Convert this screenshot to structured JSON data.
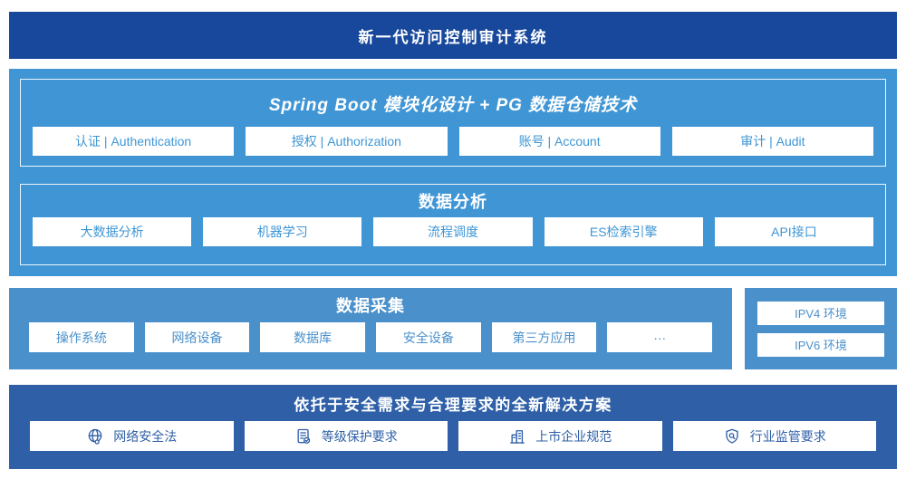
{
  "banner": {
    "title": "新一代访问控制审计系统"
  },
  "platform": {
    "spring": {
      "title": "Spring Boot 模块化设计 + PG 数据仓储技术",
      "modules": [
        "认证 | Authentication",
        "授权 | Authorization",
        "账号 | Account",
        "审计 | Audit"
      ]
    },
    "analysis": {
      "title": "数据分析",
      "modules": [
        "大数据分析",
        "机器学习",
        "流程调度",
        "ES检索引擎",
        "API接口"
      ]
    }
  },
  "collection": {
    "title": "数据采集",
    "sources": [
      "操作系统",
      "网络设备",
      "数据库",
      "安全设备",
      "第三方应用",
      "···"
    ],
    "environments": [
      "IPV4 环境",
      "IPV6 环境"
    ]
  },
  "solution": {
    "title": "依托于安全需求与合理要求的全新解决方案",
    "items": [
      {
        "icon": "globe-icon",
        "label": "网络安全法"
      },
      {
        "icon": "checklist-icon",
        "label": "等级保护要求"
      },
      {
        "icon": "building-icon",
        "label": "上市企业规范"
      },
      {
        "icon": "shield-search-icon",
        "label": "行业监管要求"
      }
    ]
  },
  "colors": {
    "banner_bg": "#17489B",
    "platform_bg": "#4096D5",
    "collection_bg": "#4A90CB",
    "solution_bg": "#2E5FA7",
    "box_bg": "#FFFFFF"
  }
}
